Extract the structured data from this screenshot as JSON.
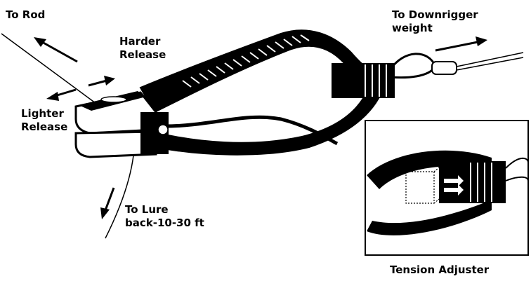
{
  "labels": {
    "to_rod": "To Rod",
    "harder_release": "Harder\nRelease",
    "lighter_release": "Lighter\nRelease",
    "to_downrigger": "To Downrigger\nweight",
    "to_lure": "To Lure\nback-10-30 ft",
    "tension_adjuster": "Tension Adjuster"
  },
  "colors": {
    "ink": "#000000",
    "paper": "#ffffff"
  }
}
